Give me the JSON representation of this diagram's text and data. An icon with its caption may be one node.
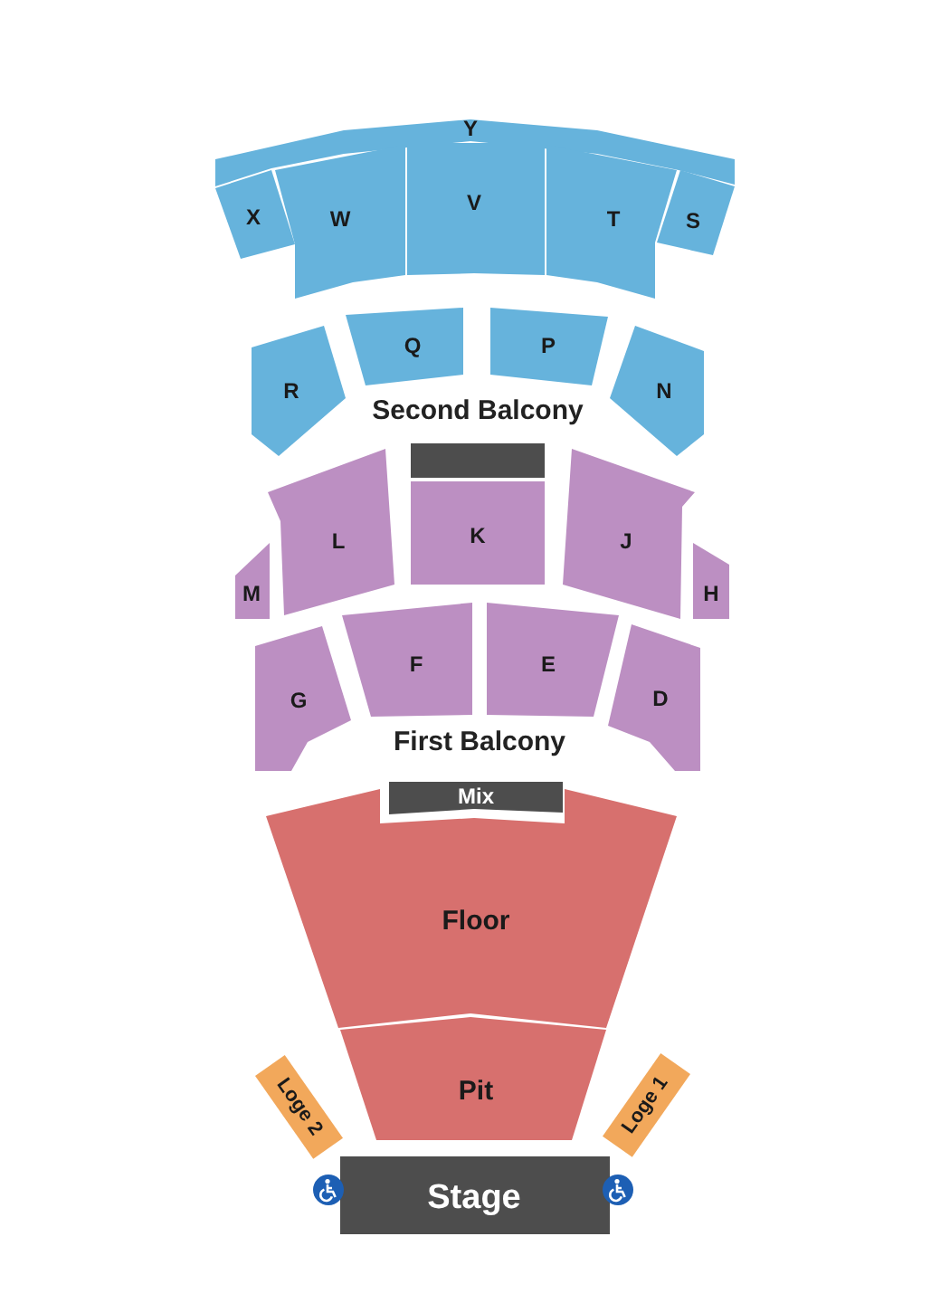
{
  "diagram": {
    "nodes": [
      {
        "text": [
          "Y"
        ]
      },
      {
        "text": [
          "X"
        ]
      },
      {
        "text": [
          "W"
        ]
      },
      {
        "text": [
          "V"
        ]
      },
      {
        "text": [
          "T"
        ]
      },
      {
        "text": [
          "S"
        ]
      },
      {
        "text": [
          "Q"
        ]
      },
      {
        "text": [
          "P"
        ]
      },
      {
        "text": [
          "R"
        ]
      },
      {
        "text": [
          "N"
        ]
      },
      {
        "text": [],
        "shape": "box"
      },
      {
        "text": [
          "L"
        ]
      },
      {
        "text": [
          "K"
        ]
      },
      {
        "text": [
          "J"
        ]
      },
      {
        "text": [
          "M"
        ]
      },
      {
        "text": [
          "H"
        ]
      },
      {
        "text": [
          "G"
        ]
      },
      {
        "text": [
          "F"
        ]
      },
      {
        "text": [
          "E"
        ]
      },
      {
        "text": [
          "D"
        ]
      },
      {
        "text": [
          "Mix"
        ]
      },
      {
        "text": [
          "Floor"
        ]
      },
      {
        "text": [
          "Pit"
        ]
      },
      {
        "text": [
          "Loge 2"
        ]
      },
      {
        "text": [
          "Loge 1"
        ]
      },
      {
        "text": [
          "Stage"
        ]
      }
    ],
    "labels": [
      "Second Balcony",
      "First Balcony"
    ]
  }
}
